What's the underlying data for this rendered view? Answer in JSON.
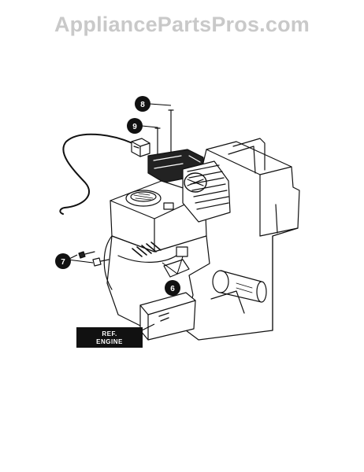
{
  "watermark": "AppliancePartsPros.com",
  "callouts": {
    "c8": "8",
    "c9": "9",
    "c7": "7",
    "c6": "6"
  },
  "ref_label": {
    "line1": "REF.",
    "line2": "ENGINE"
  }
}
